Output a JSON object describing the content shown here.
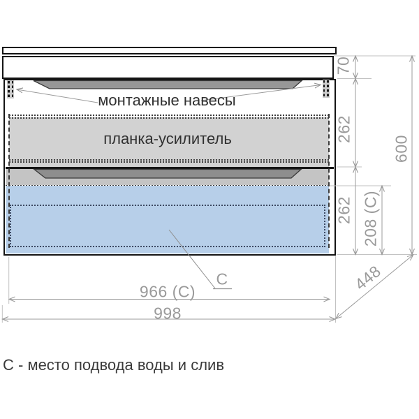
{
  "drawing": {
    "labels": {
      "mounting_hangers": "монтажные навесы",
      "reinforcement_bar": "планка-усилитель",
      "connection_marker": "С"
    },
    "dimensions": {
      "countertop_height": "70",
      "drawer1_height": "262",
      "drawer2_height": "262",
      "connection_height": "208 (С)",
      "total_height": "600",
      "depth": "448",
      "inner_width": "966 (С)",
      "total_width": "998"
    },
    "caption": "С - место подвода воды и слив",
    "colors": {
      "outline_black": "#141414",
      "dimension_gray": "#9a9a9a",
      "line_gray": "#b5b5b5",
      "connection_blue": "#b7cfe9",
      "reinforcement_gray": "#d2d2d2",
      "handle_gray": "#8e8e8e"
    }
  }
}
